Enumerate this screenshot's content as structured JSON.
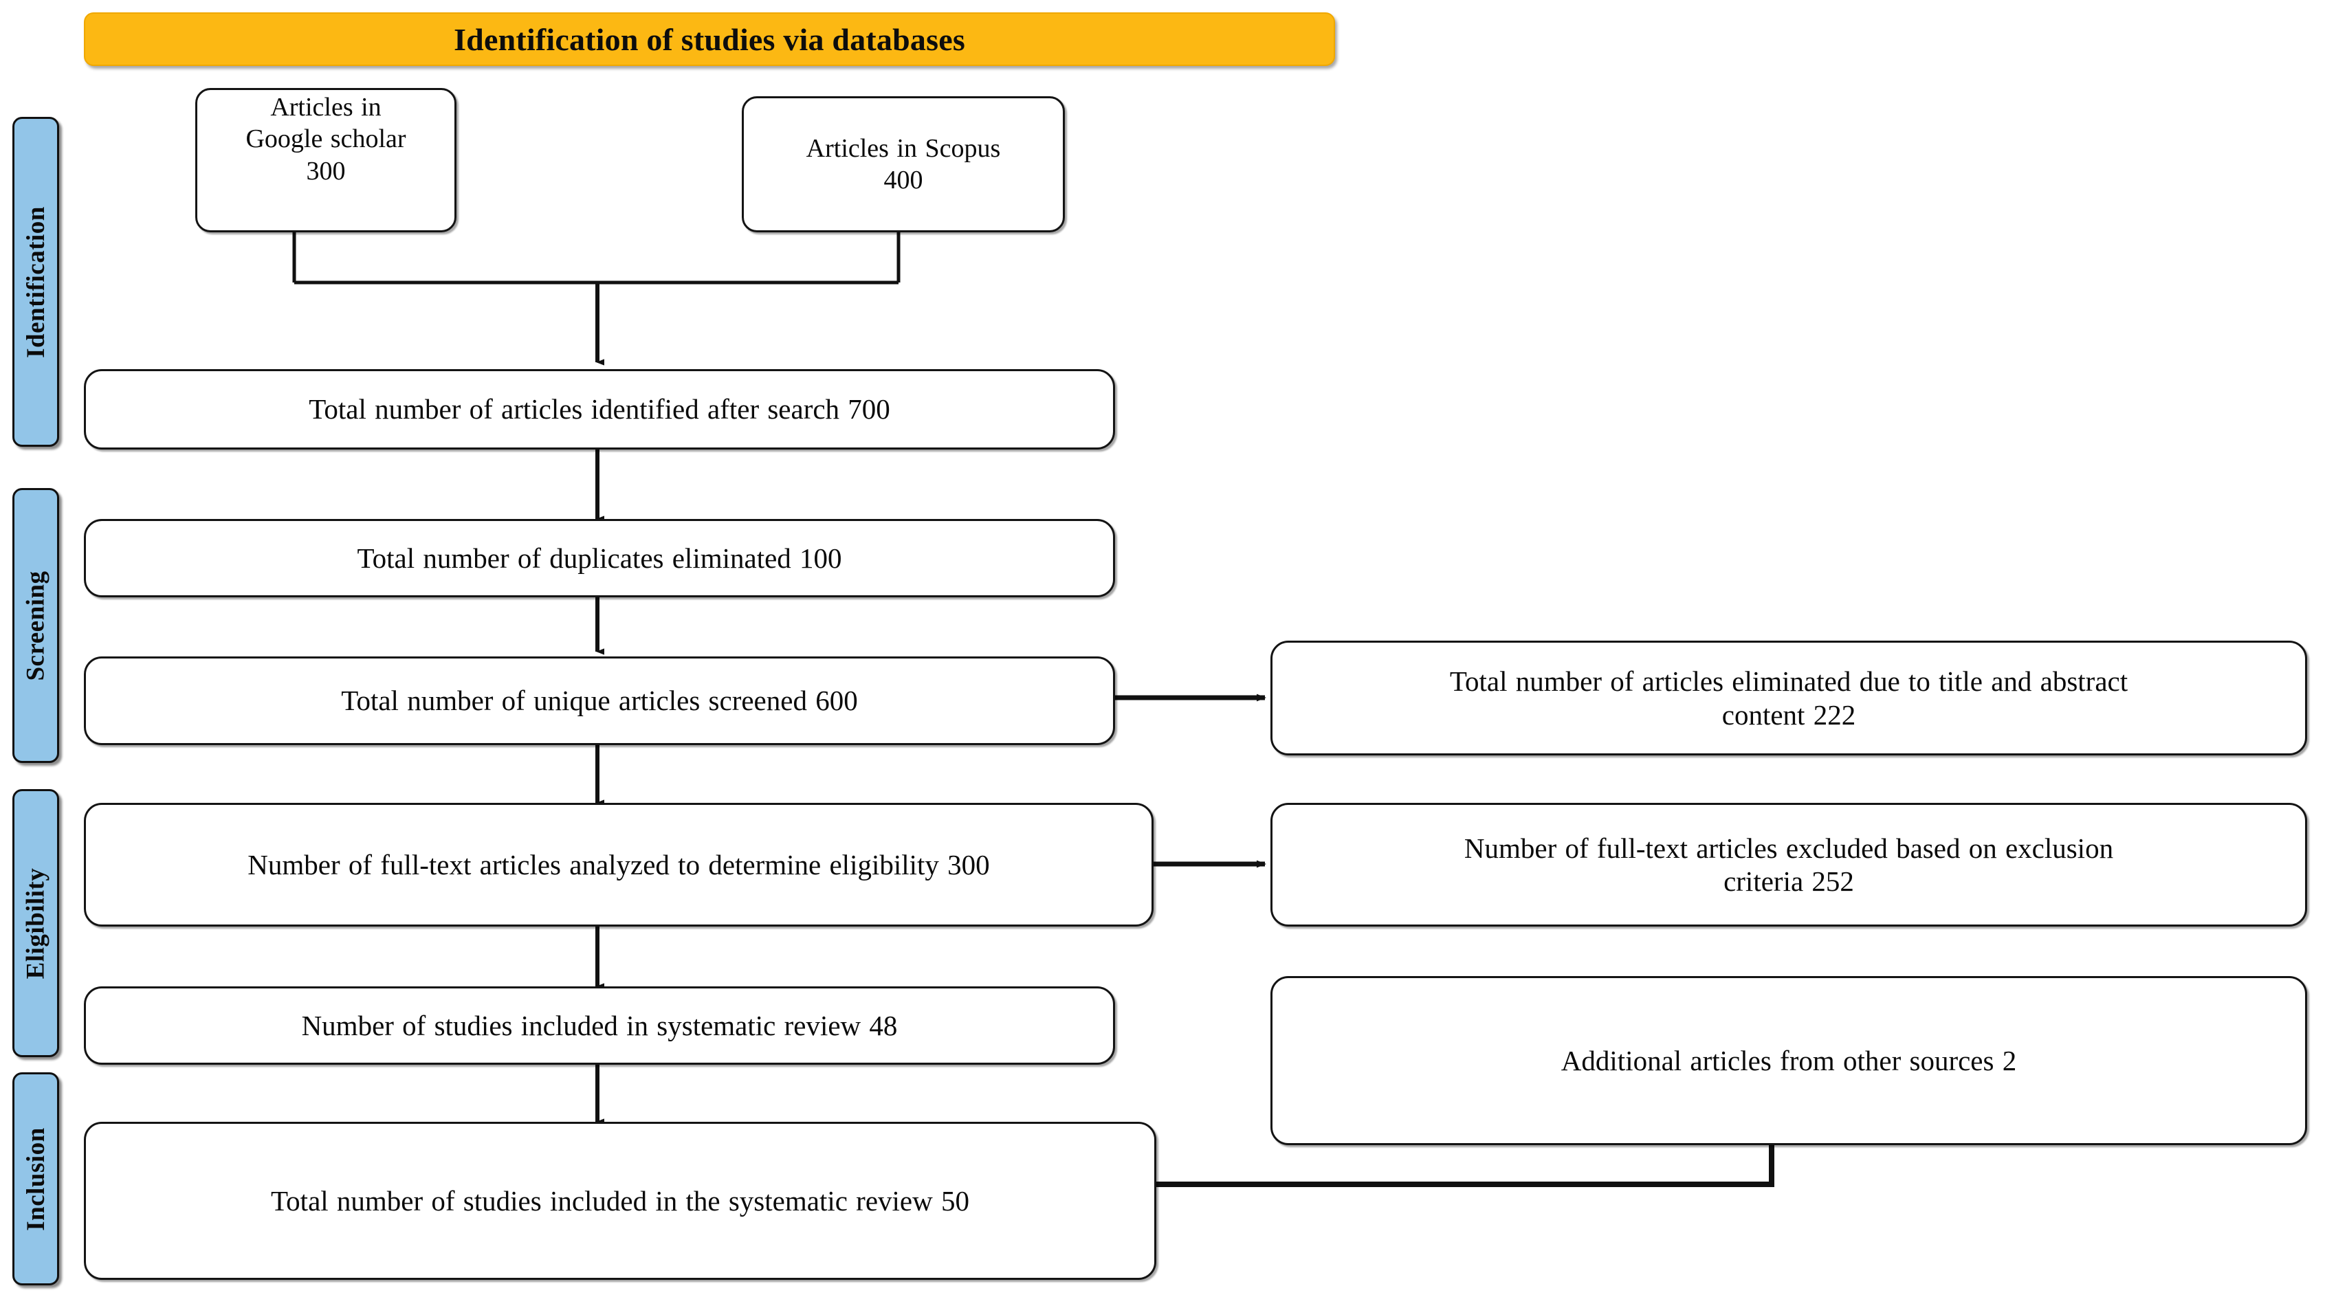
{
  "banner": {
    "title": "Identification of studies via databases",
    "color": "#FCB813"
  },
  "stage_labels": [
    {
      "name": "identification",
      "text": "Identification"
    },
    {
      "name": "screening",
      "text": "Screening"
    },
    {
      "name": "eligibility",
      "text": "Eligibility"
    },
    {
      "name": "inclusion",
      "text": "Inclusion"
    }
  ],
  "stage_label_color": "#92C5E8",
  "boxes": {
    "source_google_scholar": "Articles in\nGoogle scholar\n300",
    "source_scopus": "Articles  in Scopus\n400",
    "identified": "Total number of articles identified after search 700",
    "duplicates": "Total number of duplicates eliminated 100",
    "screened": "Total number of unique articles screened 600",
    "excluded_title_abstract": "Total number of articles eliminated due to title and abstract\ncontent  222",
    "full_text_analyzed": "Number of full-text articles analyzed to determine eligibility 300",
    "excluded_criteria": "Number of full-text articles excluded based on exclusion\ncriteria 252",
    "included_systematic": "Number of studies included in systematic  review 48",
    "additional_sources": "Additional articles from other sources 2",
    "total_included": "Total number of studies included in the systematic review 50"
  },
  "chart_data": {
    "type": "table",
    "title": "Identification of studies via databases",
    "stages": [
      "Identification",
      "Screening",
      "Eligibility",
      "Inclusion"
    ],
    "nodes": [
      {
        "id": "source_google_scholar",
        "stage": "Identification",
        "label": "Articles in Google scholar",
        "value": 300
      },
      {
        "id": "source_scopus",
        "stage": "Identification",
        "label": "Articles in Scopus",
        "value": 400
      },
      {
        "id": "identified",
        "stage": "Identification",
        "label": "Total number of articles identified after search",
        "value": 700
      },
      {
        "id": "duplicates",
        "stage": "Screening",
        "label": "Total number of duplicates eliminated",
        "value": 100
      },
      {
        "id": "screened",
        "stage": "Screening",
        "label": "Total number of unique articles screened",
        "value": 600
      },
      {
        "id": "excluded_title_abstract",
        "stage": "Screening",
        "label": "Total number of articles eliminated due to title and abstract content",
        "value": 222
      },
      {
        "id": "full_text_analyzed",
        "stage": "Eligibility",
        "label": "Number of full-text articles analyzed to determine eligibility",
        "value": 300
      },
      {
        "id": "excluded_criteria",
        "stage": "Eligibility",
        "label": "Number of full-text articles excluded based on exclusion criteria",
        "value": 252
      },
      {
        "id": "included_systematic",
        "stage": "Eligibility",
        "label": "Number of studies included in systematic review",
        "value": 48
      },
      {
        "id": "additional_sources",
        "stage": "Inclusion",
        "label": "Additional articles from other sources",
        "value": 2
      },
      {
        "id": "total_included",
        "stage": "Inclusion",
        "label": "Total number of studies included in the systematic review",
        "value": 50
      }
    ],
    "edges": [
      {
        "from": "source_google_scholar",
        "to": "identified"
      },
      {
        "from": "source_scopus",
        "to": "identified"
      },
      {
        "from": "identified",
        "to": "duplicates"
      },
      {
        "from": "duplicates",
        "to": "screened"
      },
      {
        "from": "screened",
        "to": "excluded_title_abstract"
      },
      {
        "from": "screened",
        "to": "full_text_analyzed"
      },
      {
        "from": "full_text_analyzed",
        "to": "excluded_criteria"
      },
      {
        "from": "full_text_analyzed",
        "to": "included_systematic"
      },
      {
        "from": "included_systematic",
        "to": "total_included"
      },
      {
        "from": "additional_sources",
        "to": "total_included"
      }
    ]
  }
}
